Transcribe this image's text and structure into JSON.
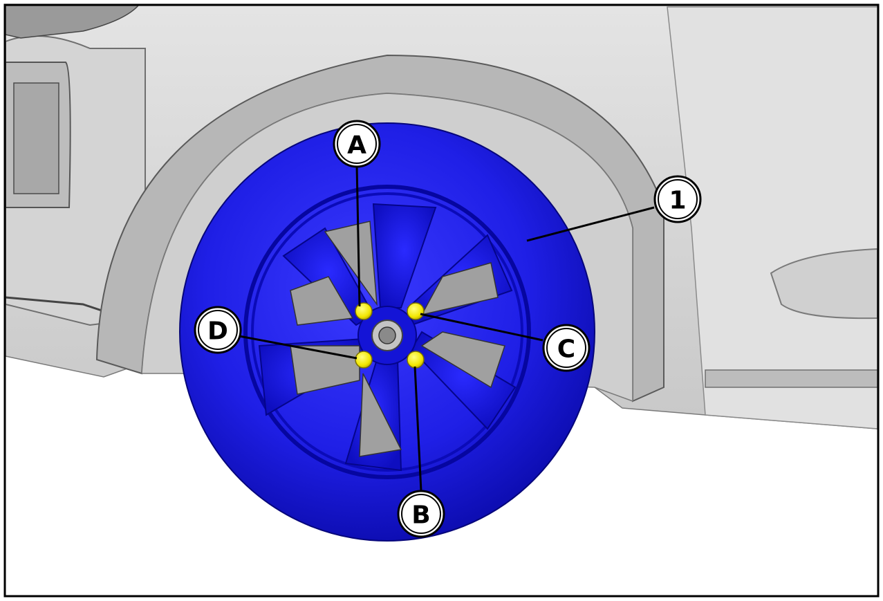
{
  "figure": {
    "description_free": true,
    "colors": {
      "frame": "#000000",
      "body_panel": "#d9d9d9",
      "body_shadow": "#9a9a9a",
      "wheel_highlight": "#1f1fe6",
      "wheel_dark": "#0a0aa8",
      "lug_nut_highlight": "#f2e600",
      "callout_fill": "#ffffff",
      "callout_stroke": "#000000"
    },
    "callouts": [
      {
        "id": "A",
        "label": "A",
        "target": "lug-nut-top"
      },
      {
        "id": "B",
        "label": "B",
        "target": "lug-nut-bottom-right"
      },
      {
        "id": "C",
        "label": "C",
        "target": "lug-nut-top-right"
      },
      {
        "id": "D",
        "label": "D",
        "target": "lug-nut-bottom-left"
      },
      {
        "id": "1",
        "label": "1",
        "target": "wheel-tire"
      }
    ]
  }
}
